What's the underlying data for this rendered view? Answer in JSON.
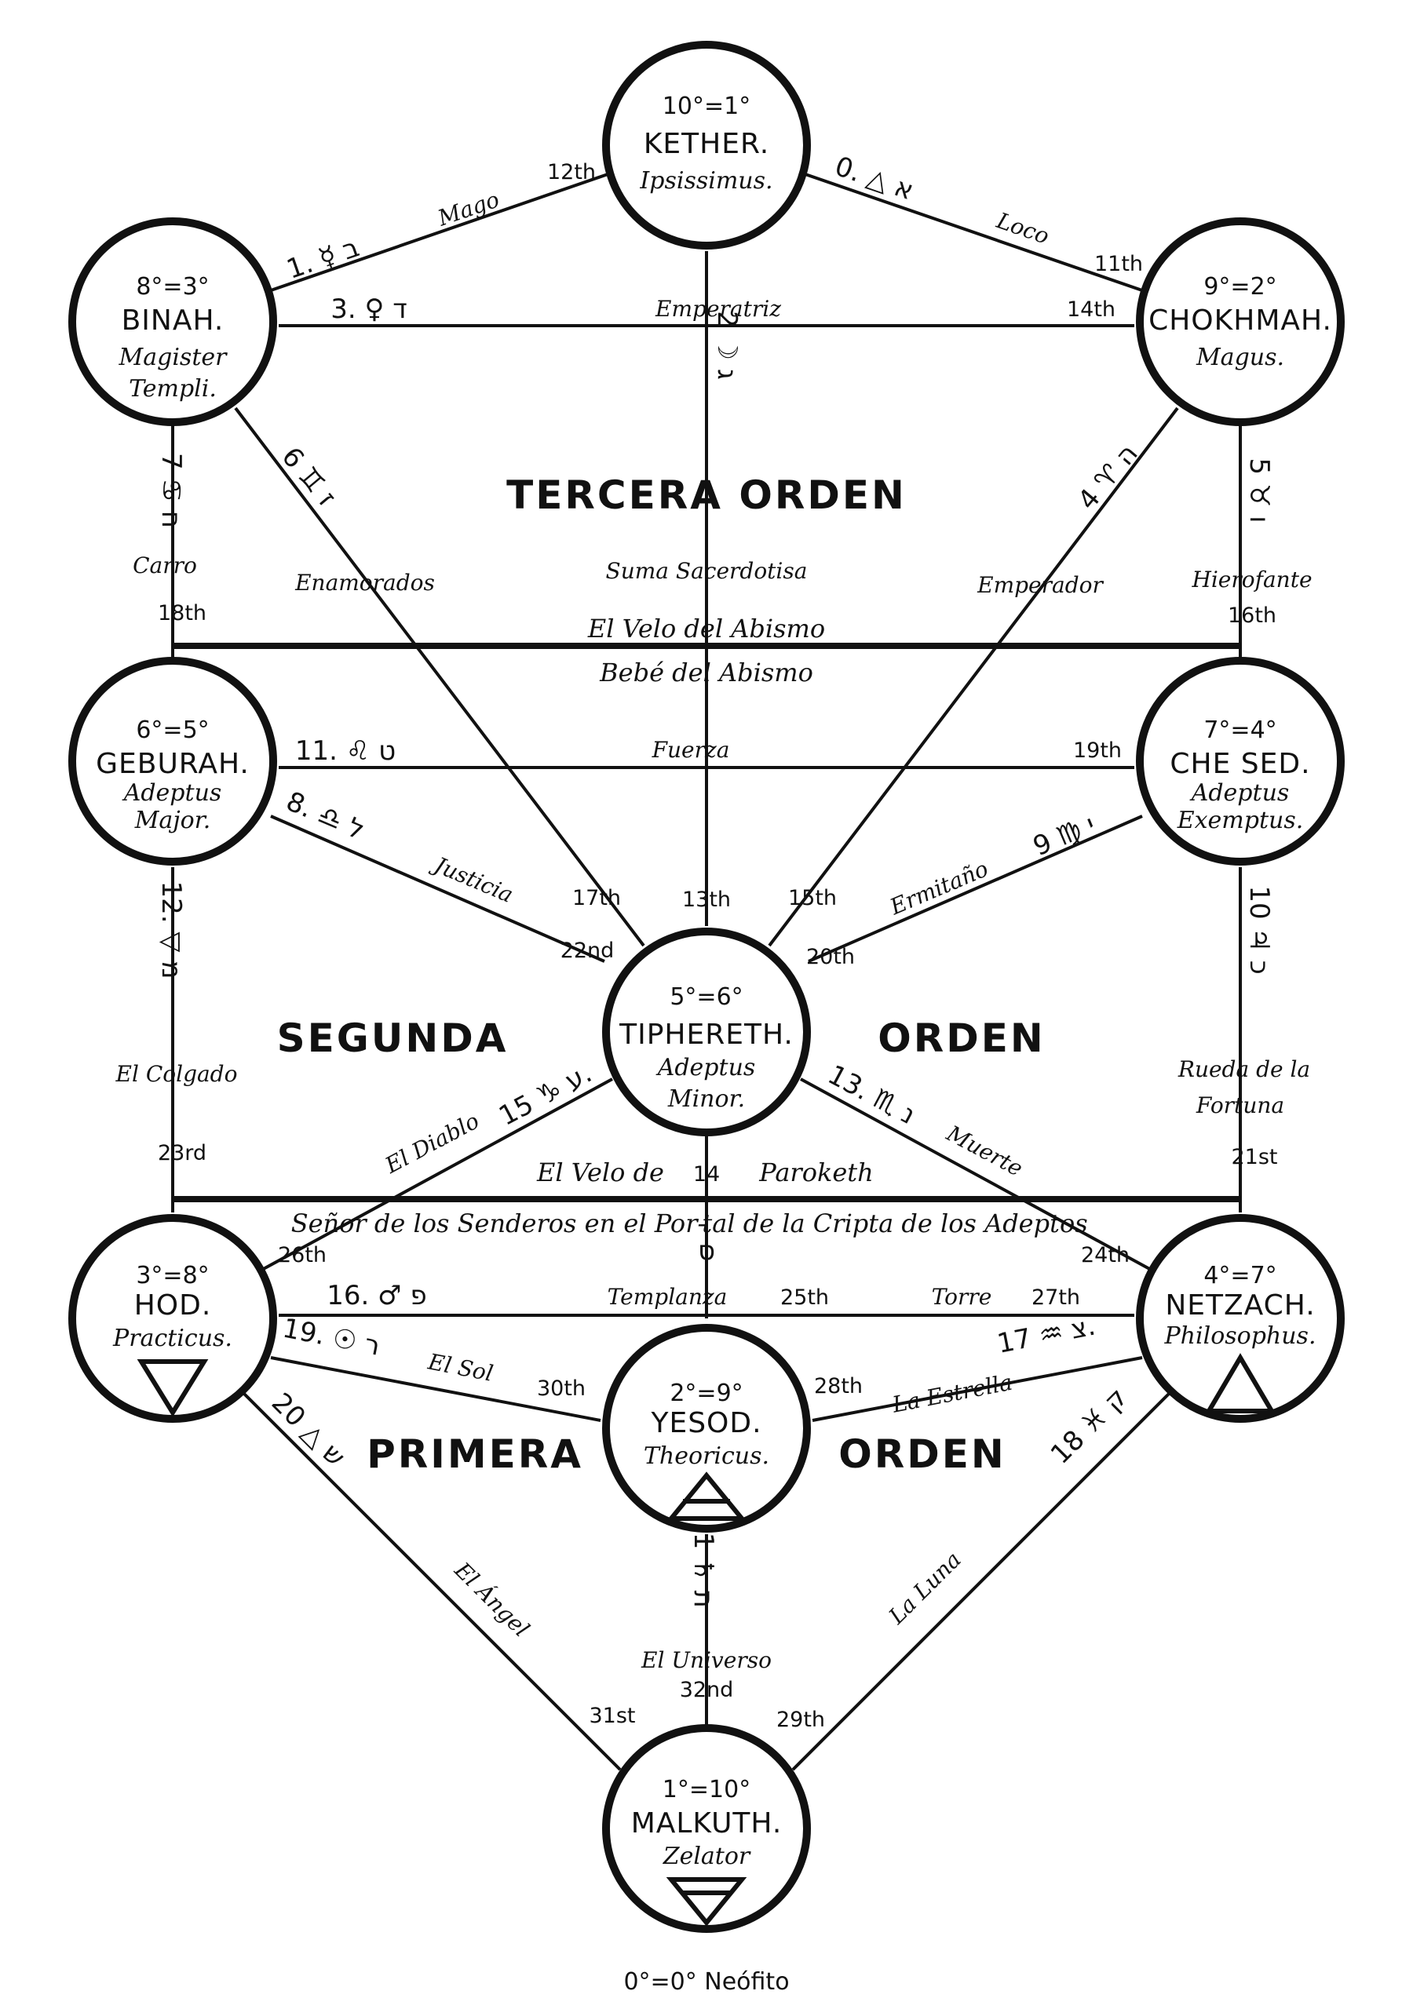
{
  "sephiroth": {
    "kether": {
      "grade": "10°=1°",
      "name": "KETHER.",
      "title1": "Ipsissimus.",
      "title2": ""
    },
    "binah": {
      "grade": "8°=3°",
      "name": "BINAH.",
      "title1": "Magister",
      "title2": "Templi."
    },
    "chokhmah": {
      "grade": "9°=2°",
      "name": "CHOKHMAH.",
      "title1": "Magus.",
      "title2": ""
    },
    "geburah": {
      "grade": "6°=5°",
      "name": "GEBURAH.",
      "title1": "Adeptus",
      "title2": "Major."
    },
    "chesed": {
      "grade": "7°=4°",
      "name": "CHE SED.",
      "title1": "Adeptus",
      "title2": "Exemptus."
    },
    "tiphereth": {
      "grade": "5°=6°",
      "name": "TIPHERETH.",
      "title1": "Adeptus",
      "title2": "Minor."
    },
    "hod": {
      "grade": "3°=8°",
      "name": "HOD.",
      "title1": "Practicus.",
      "title2": ""
    },
    "netzach": {
      "grade": "4°=7°",
      "name": "NETZACH.",
      "title1": "Philosophus.",
      "title2": ""
    },
    "yesod": {
      "grade": "2°=9°",
      "name": "YESOD.",
      "title1": "Theoricus.",
      "title2": ""
    },
    "malkuth": {
      "grade": "1°=10°",
      "name": "MALKUTH.",
      "title1": "Zelator",
      "title2": ""
    }
  },
  "orders": {
    "tercera": "TERCERA  ORDEN",
    "segunda_left": "SEGUNDA",
    "segunda_right": "ORDEN",
    "primera_left": "PRIMERA",
    "primera_right": "ORDEN"
  },
  "veils": {
    "abismo": "El Velo del Abismo",
    "bebe": "Bebé del Abismo",
    "paroketh_left": "El Velo de",
    "paroketh_num": "14",
    "paroketh_right": "Paroketh",
    "senor": "Señor de los Senderos en el Por-",
    "senor2": "tal de la Cripta de los Adeptos"
  },
  "neofito": "0°=0° Neófito",
  "paths": {
    "mago": "Mago",
    "mago_num": "12th",
    "mago_sym": "1. ☿ ב",
    "loco": "Loco",
    "loco_num": "11th",
    "loco_sym": "0. △ א",
    "emperatriz": "Emperatriz",
    "emperatriz_num": "14th",
    "emperatriz_sym": "3.  ♀  ד",
    "suma": "Suma Sacerdotisa",
    "suma_sym": "2 ☽ ג",
    "suma_num": "13th",
    "carro": "Carro",
    "carro_num": "18th",
    "carro_sym": "7 ♋ ח",
    "enamorados": "Enamorados",
    "enamorados_num": "17th",
    "enamorados_sym": "6 ♊ ז",
    "emperador": "Emperador",
    "emperador_num": "15th",
    "emperador_sym": "4 ♈ ה",
    "hierofante": "Hierofante",
    "hierofante_num": "16th",
    "hierofante_sym": "5 ♉ ו",
    "fuerza": "Fuerza",
    "fuerza_num": "19th",
    "fuerza_sym": "11. ♌ ט",
    "justicia": "Justicia",
    "justicia_num": "22nd",
    "justicia_sym": "8. ♎ ל",
    "ermitano": "Ermitaño",
    "ermitano_num": "20th",
    "ermitano_sym": "י ♍ 9",
    "colgado": "El Colgado",
    "colgado_num": "23rd",
    "colgado_sym": "12. ▽ מ",
    "rueda1": "Rueda de la",
    "rueda2": "Fortuna",
    "rueda_num": "21st",
    "rueda_sym": "10 ♃ כ",
    "diablo": "El Diablo",
    "diablo_sym": "ע ♑ 15.",
    "diablo_num": "26th",
    "muerte": "Muerte",
    "muerte_sym": "13. ♏ נ",
    "muerte_num": "24th",
    "templanza": "Templanza",
    "templanza_num": "25th",
    "templanza_sym": "ס",
    "torre": "Torre",
    "torre_num": "27th",
    "torre_sym": "16. ♂ פ",
    "sol": "El Sol",
    "sol_num": "30th",
    "sol_sym": "19. ☉ ר",
    "estrella": "La Estrella",
    "estrella_num": "28th",
    "estrella_sym": "צ ♒ 17.",
    "angel": "El Ángel",
    "angel_num": "31st",
    "angel_sym": "20 △ ש",
    "luna": "La Luna",
    "luna_num": "29th",
    "luna_sym": "ק ♓ 18",
    "universo": "El Universo",
    "universo_num": "32nd",
    "universo_sym": "21 ♄ ת"
  }
}
